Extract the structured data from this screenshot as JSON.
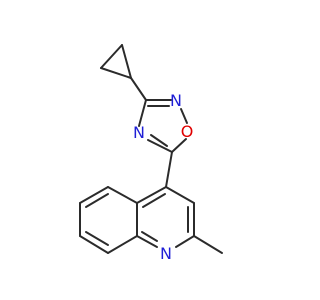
{
  "molecule": {
    "atoms": {
      "n_oxadiazole_3": {
        "symbol": "N",
        "color": "#1f1fd6"
      },
      "o_oxadiazole_1": {
        "symbol": "O",
        "color": "#e00000"
      },
      "n_oxadiazole_4": {
        "symbol": "N",
        "color": "#1f1fd6"
      },
      "n_quinoline": {
        "symbol": "N",
        "color": "#1f1fd6"
      }
    },
    "bond_color": "#2b2b2b"
  }
}
